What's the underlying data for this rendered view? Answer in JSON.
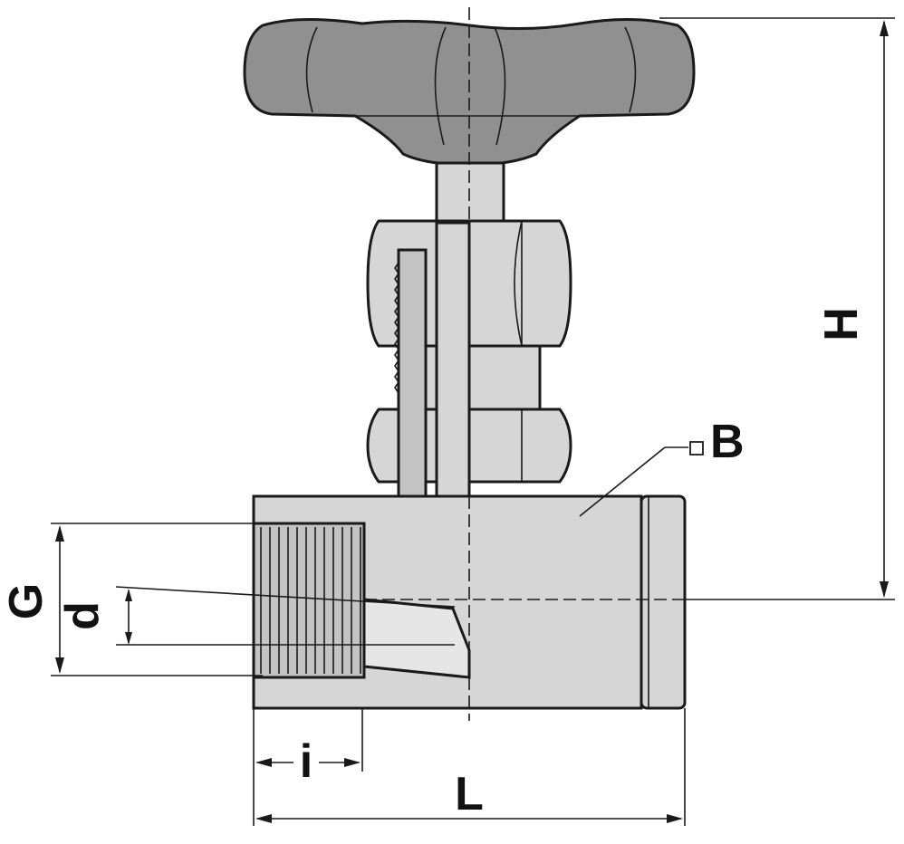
{
  "labels": {
    "H": "H",
    "B": "B",
    "G": "G",
    "d": "d",
    "i": "i",
    "L": "L"
  },
  "colors": {
    "body_fill": "#d6d6d6",
    "handle_fill": "#909090",
    "line": "#1a1a1a",
    "background": "#ffffff"
  }
}
